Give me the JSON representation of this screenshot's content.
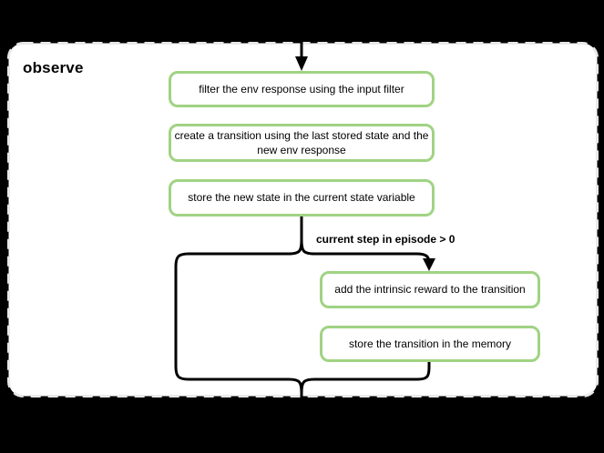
{
  "diagram": {
    "title": "observe",
    "nodes": [
      {
        "label": "filter the env response using the input filter"
      },
      {
        "label": "create a transition using the last stored state and the new env response"
      },
      {
        "label": "store the new state in the current state variable"
      },
      {
        "label": "add the intrinsic reward to the transition"
      },
      {
        "label": "store the transition in the memory"
      }
    ],
    "condition_label": "current step in episode > 0",
    "colors": {
      "background": "#000000",
      "panel_fill": "#ffffff",
      "panel_border": "#e8e8e8",
      "node_border": "#a0d383",
      "node_fill": "#ffffff",
      "connector": "#000000",
      "text": "#000000"
    }
  }
}
